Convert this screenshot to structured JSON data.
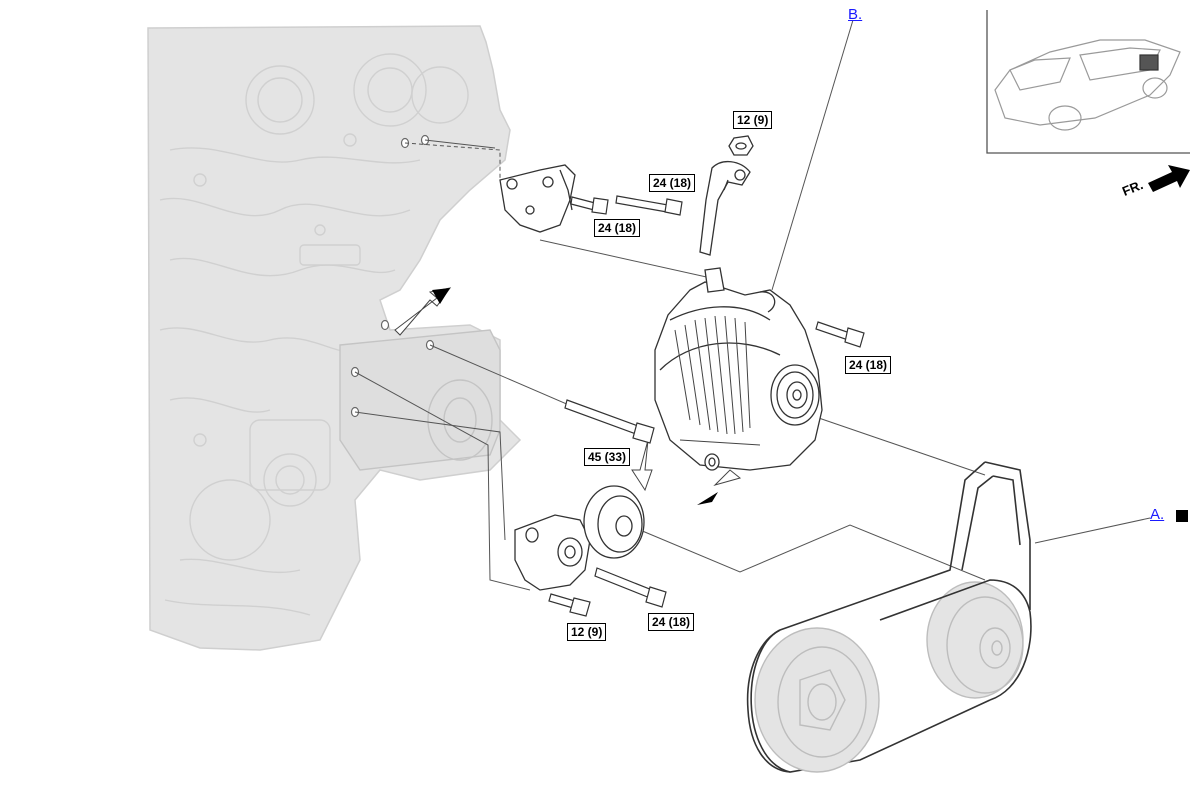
{
  "callouts": {
    "a_label": "A.",
    "b_label": "B."
  },
  "orientation": {
    "front_label": "FR."
  },
  "torque_specs": [
    "12 (9)",
    "24 (18)",
    "24 (18)",
    "24 (18)",
    "45 (33)",
    "24 (18)",
    "12 (9)"
  ],
  "colors": {
    "engine_ghost": "#e4e4e4",
    "line_art": "#333333",
    "link": "#1a1aff"
  },
  "icons": {
    "vehicle": "car-location-icon",
    "front_arrow": "front-direction-arrow-icon"
  }
}
